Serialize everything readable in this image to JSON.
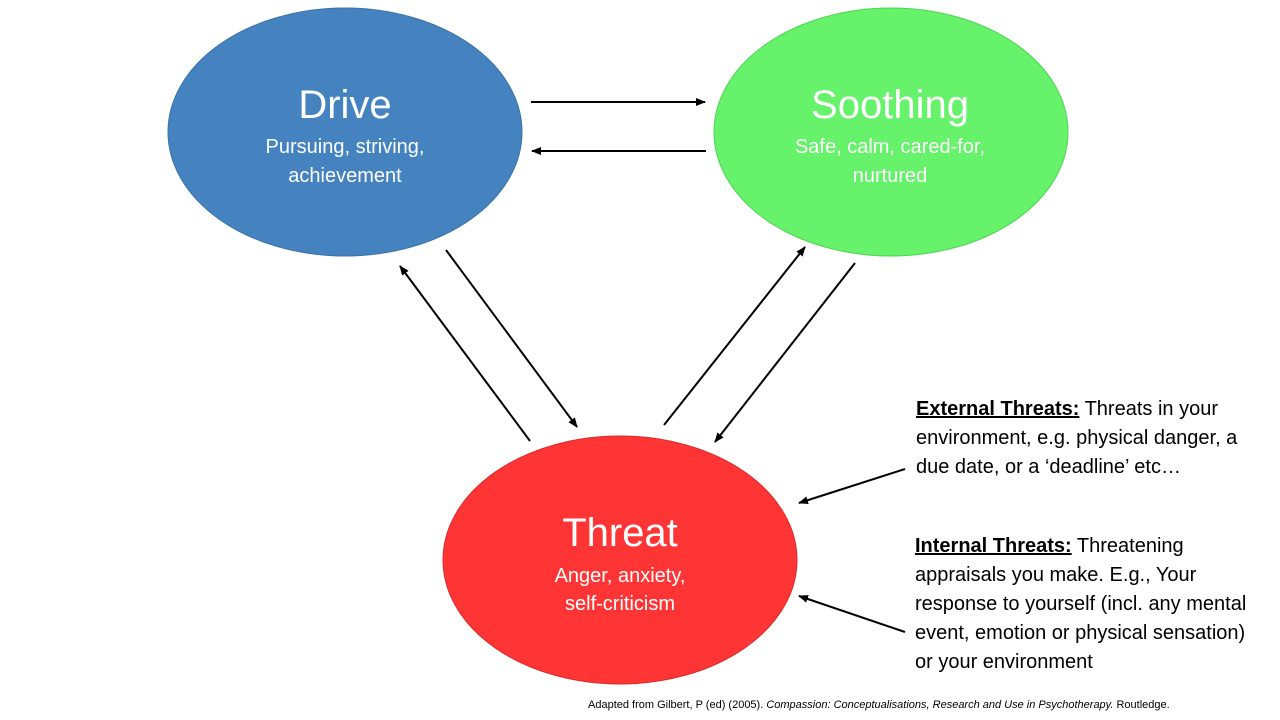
{
  "nodes": {
    "drive": {
      "title": "Drive",
      "line1": "Pursuing, striving,",
      "line2": "achievement",
      "color": "#4483bf"
    },
    "soothing": {
      "title": "Soothing",
      "line1": "Safe, calm, cared-for,",
      "line2": "nurtured",
      "color": "#66f26a"
    },
    "threat": {
      "title": "Threat",
      "line1": "Anger, anxiety,",
      "line2": "self-criticism",
      "color": "#ff3535"
    }
  },
  "notes": {
    "external": {
      "heading": "External Threats:",
      "text": " Threats in your environment, e.g. physical danger, a due date, or a ‘deadline’ etc…"
    },
    "internal": {
      "heading": "Internal Threats:",
      "text": " Threatening appraisals you make. E.g., Your response to yourself (incl. any mental event, emotion or physical sensation) or your environment"
    }
  },
  "citation": {
    "prefix": "Adapted from Gilbert, P (ed) (2005). ",
    "title": "Compassion: Conceptualisations, Research and Use in Psychotherapy.",
    "suffix": " Routledge."
  }
}
